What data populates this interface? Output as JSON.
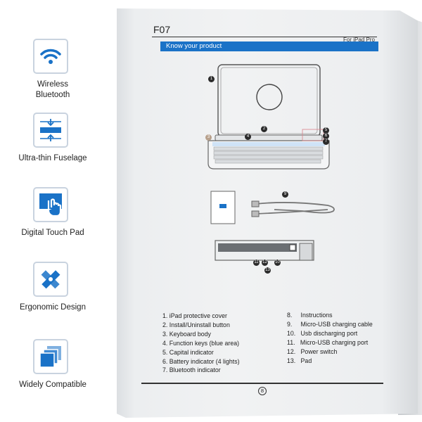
{
  "colors": {
    "accent": "#1a72c7",
    "icon_border": "#c9d3df"
  },
  "features": [
    {
      "icon": "wifi-icon",
      "label": "Wireless\nBluetooth"
    },
    {
      "icon": "ultra-thin-icon",
      "label": "Ultra-thin Fuselage"
    },
    {
      "icon": "touch-pad-icon",
      "label": "Digital Touch Pad"
    },
    {
      "icon": "ergonomic-icon",
      "label": "Ergonomic Design"
    },
    {
      "icon": "layers-icon",
      "label": "Widely Compatible"
    }
  ],
  "manual": {
    "model": "F07",
    "subtitle": "For iPad Pro",
    "banner": "Know your product",
    "page_number": "8",
    "callouts": [
      "1",
      "2",
      "3",
      "4",
      "5",
      "6",
      "7",
      "9",
      "10",
      "11",
      "12",
      "13"
    ],
    "parts_left": [
      "1.  iPad protective cover",
      "2.  Install/Uninstall button",
      "3.  Keyboard body",
      "4.  Function keys (blue area)",
      "5.  Capital indicator",
      "6.  Battery indicator (4 lights)",
      "7.  Bluetooth indicator"
    ],
    "parts_right": [
      "8.     Instructions",
      "9.     Micro-USB charging cable",
      "10.   Usb discharging port",
      "11.   Micro-USB charging port",
      "12.   Power switch",
      "13.   Pad"
    ]
  }
}
